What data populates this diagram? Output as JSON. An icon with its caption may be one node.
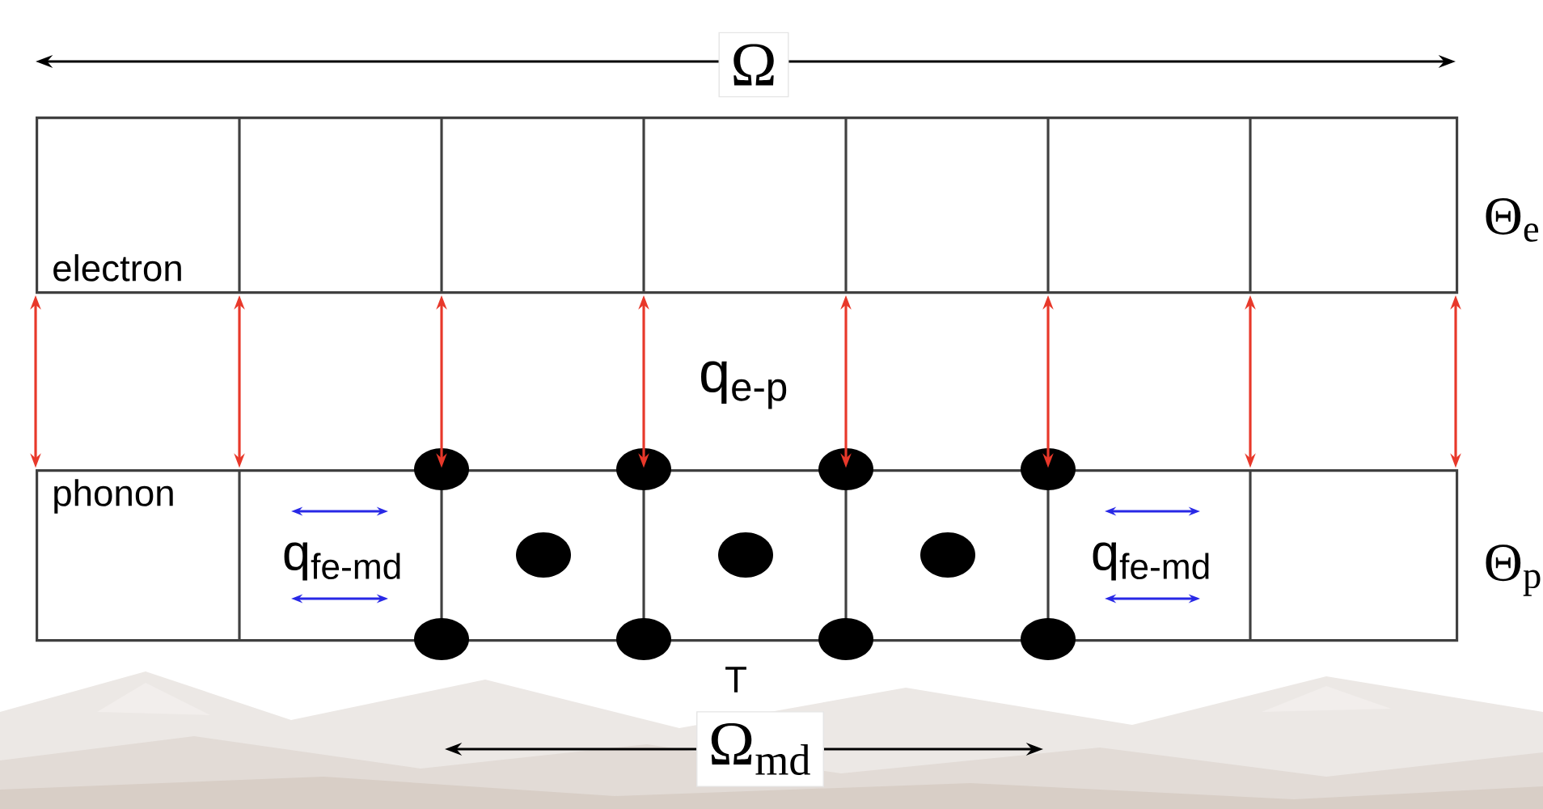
{
  "diagram": {
    "nodes": [
      {
        "text": [
          "electron"
        ],
        "beside": [
          "Θ$_{e}$"
        ]
      },
      {
        "text": [
          "phonon"
        ],
        "beside": [
          "Θ$_{p}$"
        ]
      }
    ],
    "edges": [
      {
        "from": 0,
        "to": 1,
        "arrow": "both"
      },
      {
        "from": 0,
        "to": 1,
        "arrow": "both"
      },
      {
        "from": 0,
        "to": 1,
        "arrow": "both"
      },
      {
        "from": 0,
        "to": 1,
        "arrow": "both"
      },
      {
        "from": 0,
        "to": 1,
        "arrow": "both"
      },
      {
        "from": 0,
        "to": 1,
        "arrow": "both"
      },
      {
        "from": 0,
        "to": 1,
        "arrow": "both"
      },
      {
        "from": 0,
        "to": 1,
        "arrow": "both"
      }
    ],
    "labels": [
      "Ω",
      "q$_{e-p}$",
      "q$_{fe-md}$",
      "q$_{fe-md}$",
      "T",
      "Ω$_{md}$"
    ]
  }
}
